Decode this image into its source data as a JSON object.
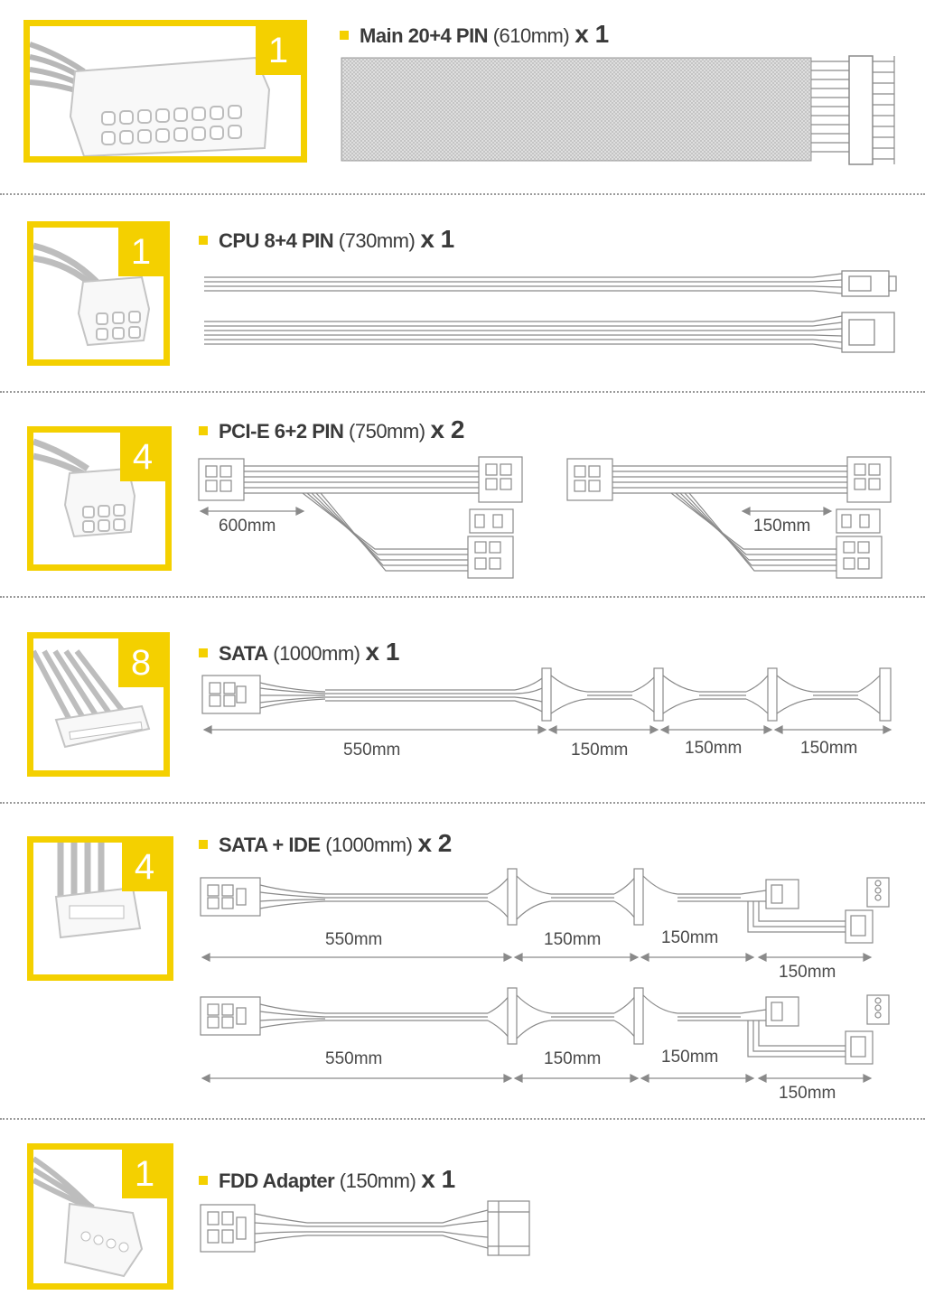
{
  "colors": {
    "accent": "#f4d000",
    "line": "#8a8a8a",
    "text": "#3a3a3a"
  },
  "sections": [
    {
      "name": "Main 20+4 PIN",
      "length": "(610mm)",
      "qty": "x 1",
      "badge": "1"
    },
    {
      "name": "CPU 8+4 PIN",
      "length": "(730mm)",
      "qty": "x 1",
      "badge": "1"
    },
    {
      "name": "PCI-E 6+2 PIN",
      "length": "(750mm)",
      "qty": "x 2",
      "badge": "4",
      "dims": [
        "600mm",
        "150mm"
      ]
    },
    {
      "name": "SATA",
      "length": "(1000mm)",
      "qty": "x 1",
      "badge": "8",
      "dims": [
        "550mm",
        "150mm",
        "150mm",
        "150mm"
      ]
    },
    {
      "name": "SATA + IDE",
      "length": "(1000mm)",
      "qty": "x 2",
      "badge": "4",
      "dims": [
        "550mm",
        "150mm",
        "150mm",
        "150mm",
        "550mm",
        "150mm",
        "150mm",
        "150mm"
      ]
    },
    {
      "name": "FDD Adapter",
      "length": "(150mm)",
      "qty": "x 1",
      "badge": "1"
    }
  ]
}
